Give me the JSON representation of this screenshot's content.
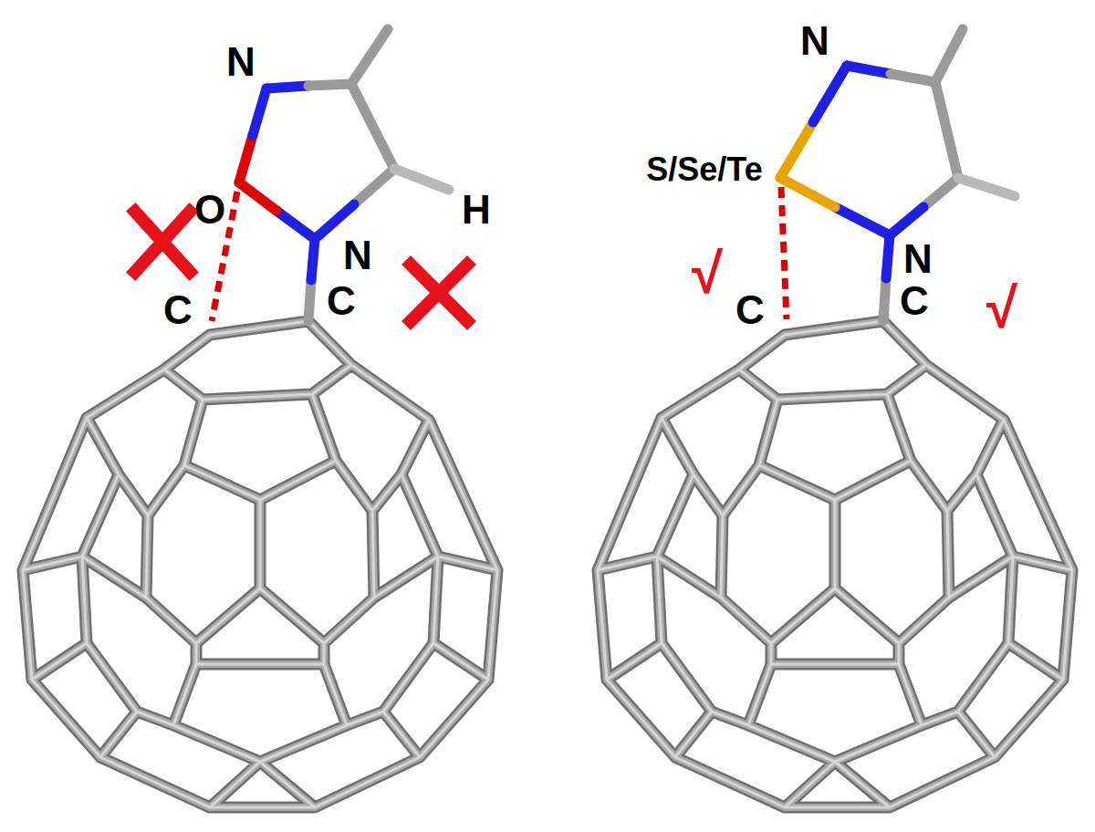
{
  "diagram": {
    "labels": [
      "N",
      "O",
      "N",
      "H",
      "C",
      "C",
      "N",
      "S/Se/Te",
      "√",
      "C",
      "C",
      "N",
      "√"
    ]
  }
}
